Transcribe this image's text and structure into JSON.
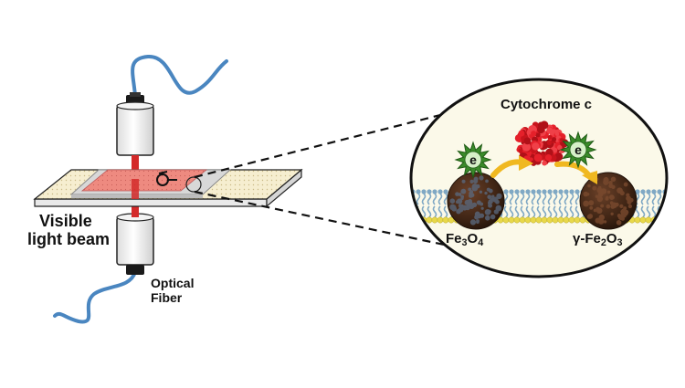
{
  "labels": {
    "visible_line1": "Visible",
    "visible_line2": "light beam",
    "fiber_line1": "Optical",
    "fiber_line2": "Fiber",
    "cytochrome": "Cytochrome c",
    "fe3o4": {
      "a": "Fe",
      "b": "3",
      "c": "O",
      "d": "4"
    },
    "gfe2o3": {
      "a": "γ-Fe",
      "b": "2",
      "c": "O",
      "d": "3"
    },
    "electron_left": "e",
    "electron_right": "e"
  },
  "colors": {
    "fiber_cable": "#4a86c0",
    "beam": "#d42a2a",
    "sample_film": "#f08b80",
    "slide_dots": "#f5ecc4",
    "nanoparticle": "#4a2a18",
    "protein": "#e5202a",
    "electron_star": "#3a8a2a",
    "arrow": "#f0b820",
    "lipid_head": "#e8d84a",
    "lipid_tail": "#7fa8c4"
  }
}
